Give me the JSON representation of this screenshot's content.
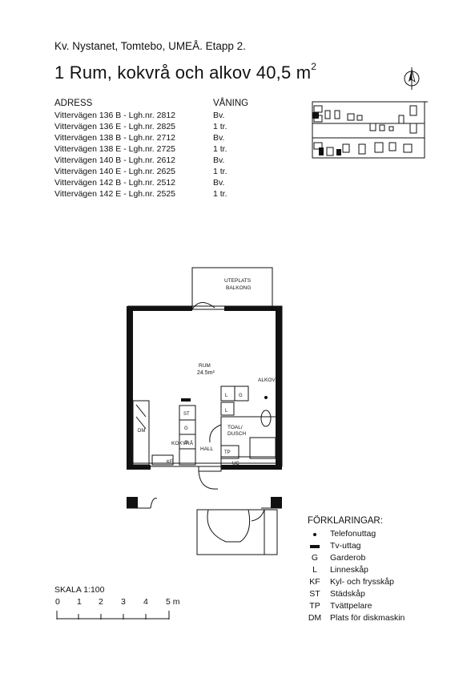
{
  "header": {
    "subtitle": "Kv. Nystanet, Tomtebo, UMEÅ. Etapp 2.",
    "title": "1 Rum, kokvrå och alkov 40,5 m",
    "title_sup": "2"
  },
  "addresses": {
    "col_address": "ADRESS",
    "col_floor": "VÅNING",
    "rows": [
      {
        "address": "Vittervägen 136 B - Lgh.nr. 2812",
        "floor": "Bv."
      },
      {
        "address": "Vittervägen 136 E - Lgh.nr. 2825",
        "floor": "1 tr."
      },
      {
        "address": "Vittervägen 138 B - Lgh.nr. 2712",
        "floor": "Bv."
      },
      {
        "address": "Vittervägen 138 E - Lgh.nr. 2725",
        "floor": "1 tr."
      },
      {
        "address": "Vittervägen 140 B - Lgh.nr. 2612",
        "floor": "Bv."
      },
      {
        "address": "Vittervägen 140 E - Lgh.nr. 2625",
        "floor": "1 tr."
      },
      {
        "address": "Vittervägen 142 B - Lgh.nr. 2512",
        "floor": "Bv."
      },
      {
        "address": "Vittervägen 142 E - Lgh.nr. 2525",
        "floor": "1 tr."
      }
    ]
  },
  "plan_labels": {
    "balcony_1": "UTEPLATS",
    "balcony_2": "BALKONG",
    "room_name": "RUM",
    "room_area": "24.5m²",
    "alcove": "ALKOV",
    "kitchen": "KOKVRÅ",
    "hall": "HALL",
    "toilet_1": "TOAL/",
    "toilet_2": "DUSCH",
    "dm": "DM",
    "st": "ST",
    "g": "G",
    "l": "L",
    "kf": "KF",
    "tp": "TP",
    "uc": "UC"
  },
  "scale": {
    "label": "SKALA 1:100",
    "ticks": [
      "0",
      "1",
      "2",
      "3",
      "4",
      "5 m"
    ]
  },
  "legend": {
    "heading": "FÖRKLARINGAR:",
    "items": [
      {
        "symbol": "",
        "icon": "telephone-outlet-dot",
        "text": "Telefonuttag"
      },
      {
        "symbol": "",
        "icon": "tv-outlet-bar",
        "text": "Tv-uttag"
      },
      {
        "symbol": "G",
        "text": "Garderob"
      },
      {
        "symbol": "L",
        "text": "Linneskåp"
      },
      {
        "symbol": "KF",
        "text": "Kyl- och frysskåp"
      },
      {
        "symbol": "ST",
        "text": "Städskåp"
      },
      {
        "symbol": "TP",
        "text": "Tvättpelare"
      },
      {
        "symbol": "DM",
        "text": "Plats för diskmaskin"
      }
    ]
  }
}
